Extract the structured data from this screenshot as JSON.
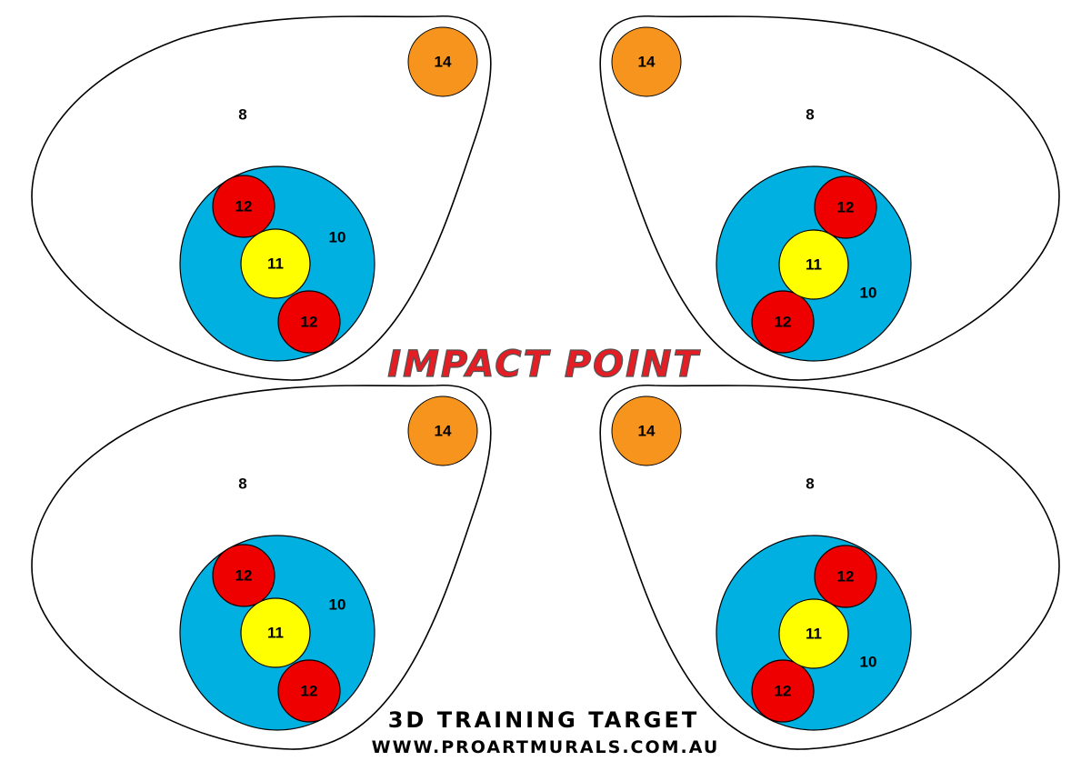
{
  "logo": "IMPACT POINT",
  "title": "3D TRAINING TARGET",
  "url": "WWW.PROARTMURALS.COM.AU",
  "colors": {
    "blue": "#00b0e0",
    "red": "#ee0000",
    "yellow": "#ffff00",
    "orange": "#f7941d",
    "outline": "#000000"
  },
  "targets": [
    {
      "name": "target-top-left",
      "zones": {
        "outer": "8",
        "blue": "10",
        "yellow": "11",
        "red_upper": "12",
        "red_lower": "12",
        "orange": "14"
      }
    },
    {
      "name": "target-top-right",
      "zones": {
        "outer": "8",
        "blue": "10",
        "yellow": "11",
        "red_upper": "12",
        "red_lower": "12",
        "orange": "14"
      }
    },
    {
      "name": "target-bottom-left",
      "zones": {
        "outer": "8",
        "blue": "10",
        "yellow": "11",
        "red_upper": "12",
        "red_lower": "12",
        "orange": "14"
      }
    },
    {
      "name": "target-bottom-right",
      "zones": {
        "outer": "8",
        "blue": "10",
        "yellow": "11",
        "red_upper": "12",
        "red_lower": "12",
        "orange": "14"
      }
    }
  ]
}
